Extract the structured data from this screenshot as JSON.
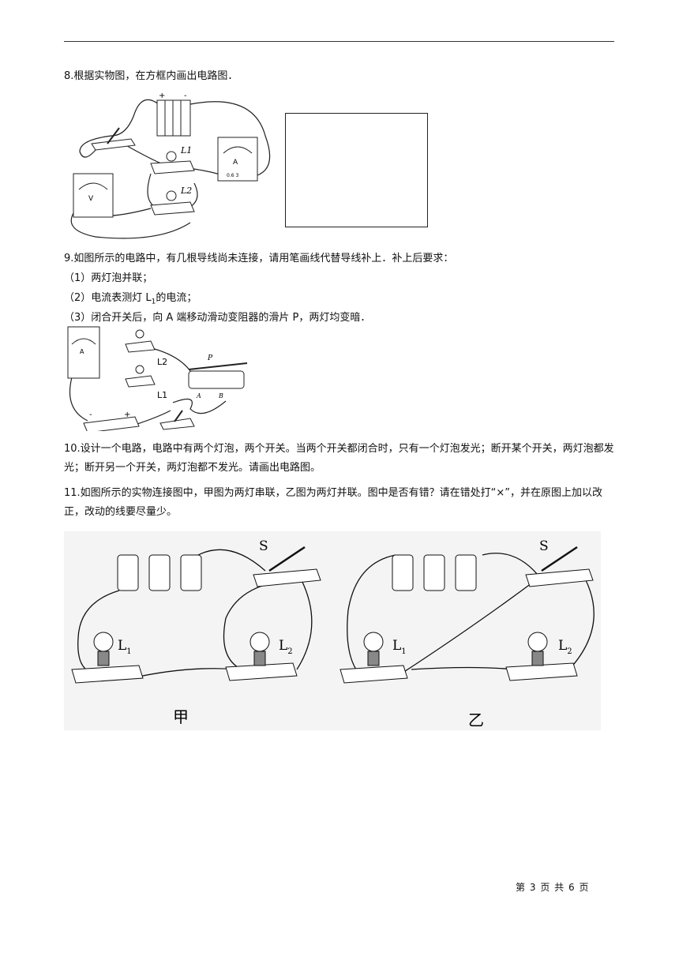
{
  "q8": {
    "text": "8.根据实物图，在方框内画出电路图．"
  },
  "fig8": {
    "l1": "L1",
    "l2": "L2",
    "ammeter_label": "A",
    "ammeter_scale": "0.6 3",
    "voltmeter_label": "V",
    "plus": "+",
    "minus": "-"
  },
  "q9": {
    "intro": "9.如图所示的电路中，有几根导线尚未连接，请用笔画线代替导线补上．补上后要求：",
    "req1": "（1）两灯泡并联；",
    "req2_a": "（2）电流表测灯 L",
    "req2_sub": "1",
    "req2_b": "的电流；",
    "req3": "（3）闭合开关后，向 A 端移动滑动变阻器的滑片 P，两灯均变暗．"
  },
  "fig9": {
    "l2": "L2",
    "l1": "L1",
    "p": "P",
    "a": "A",
    "b": "B",
    "minus": "-",
    "plus": "+",
    "ammeter": "A"
  },
  "q10": {
    "text": "10.设计一个电路，电路中有两个灯泡，两个开关。当两个开关都闭合时，只有一个灯泡发光；断开某个开关，两灯泡都发光；断开另一个开关，两灯泡都不发光。请画出电路图。"
  },
  "q11": {
    "text": "11.如图所示的实物连接图中，甲图为两灯串联，乙图为两灯并联。图中是否有错？请在错处打“×”，并在原图上加以改正，改动的线要尽量少。"
  },
  "fig11": {
    "left": {
      "switch": "S",
      "l1": "L",
      "l1_sub": "1",
      "l2": "L",
      "l2_sub": "2",
      "caption": "甲"
    },
    "right": {
      "switch": "S",
      "l1": "L",
      "l1_sub": "1",
      "l2": "L",
      "l2_sub": "2",
      "caption": "乙"
    }
  },
  "footer": {
    "a": "第",
    "page": "3",
    "b": "页",
    "c": "共",
    "total": "6",
    "d": "页"
  }
}
